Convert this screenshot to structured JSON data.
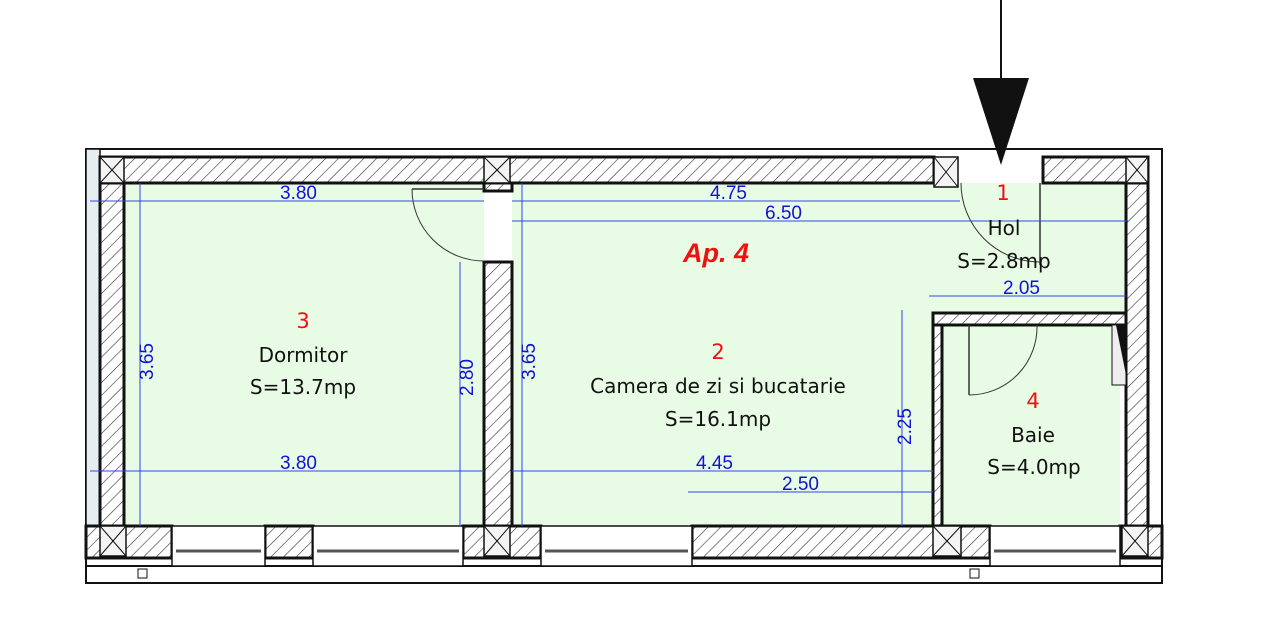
{
  "plan": {
    "apartment_label": "Ap. 4",
    "entrance_arrow": "entrance-arrow-icon",
    "colors": {
      "floor": "#e8fbe4",
      "dimension": "#1212d6",
      "room_number": "#ee1111",
      "apartment_label": "#ee1111",
      "wall": "#111111"
    },
    "rooms": [
      {
        "number": "1",
        "name": "Hol",
        "area": "S=2.8mp"
      },
      {
        "number": "2",
        "name": "Camera de zi si bucatarie",
        "area": "S=16.1mp"
      },
      {
        "number": "3",
        "name": "Dormitor",
        "area": "S=13.7mp"
      },
      {
        "number": "4",
        "name": "Baie",
        "area": "S=4.0mp"
      }
    ],
    "dimensions": {
      "dormitor_top_width": "3.80",
      "dormitor_bottom_width": "3.80",
      "dormitor_height": "3.65",
      "dormitor_door_side": "2.80",
      "living_top_width": "4.75",
      "living_total_width": "6.50",
      "living_height": "3.65",
      "living_bottom_width": "4.45",
      "living_bottom_partial": "2.50",
      "living_right_height": "2.25",
      "hol_width": "2.05"
    }
  }
}
